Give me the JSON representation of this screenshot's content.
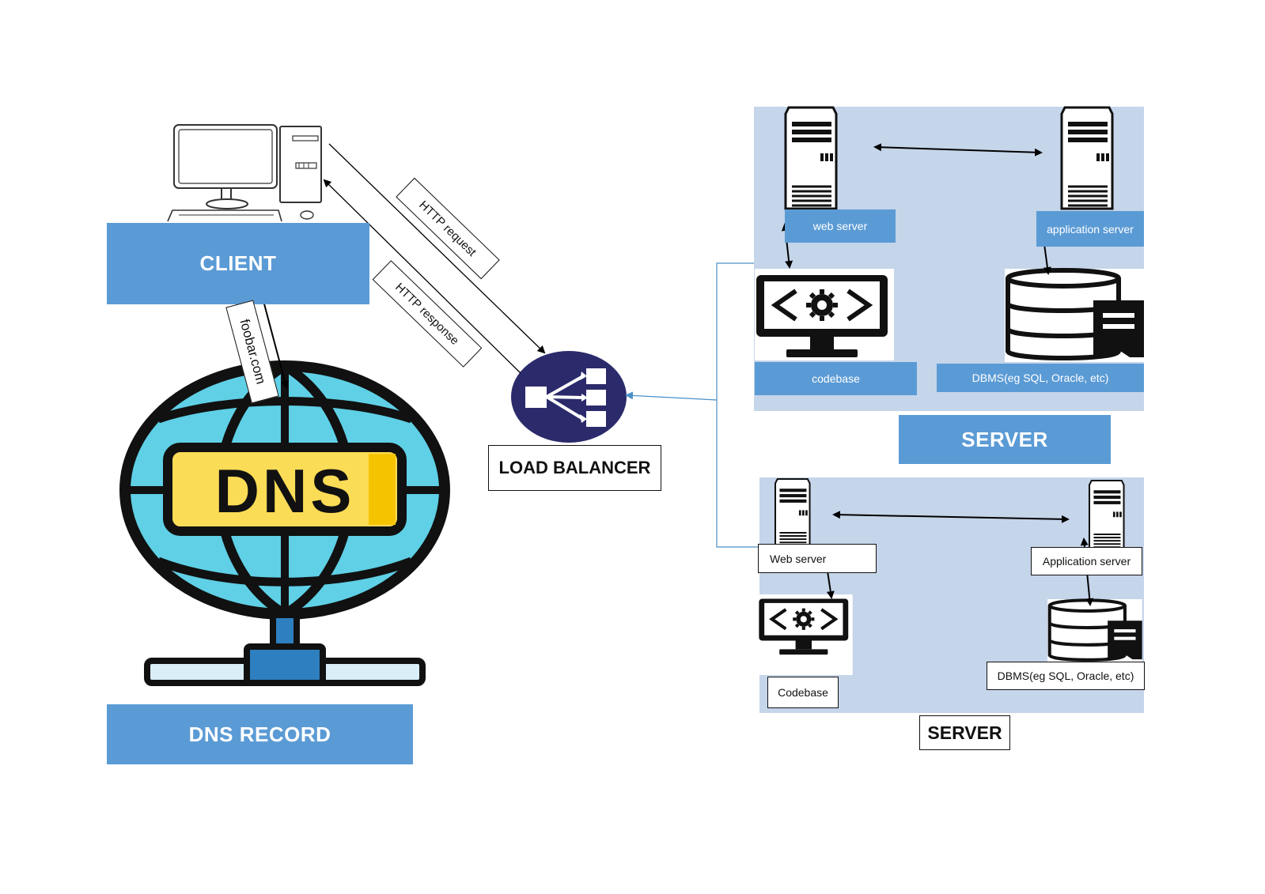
{
  "client": {
    "label": "CLIENT"
  },
  "dns": {
    "badge": "DNS",
    "label": "DNS RECORD"
  },
  "links": {
    "http_request": "HTTP request",
    "http_response": "HTTP response",
    "domain": "foobar.com"
  },
  "load_balancer": {
    "label": "LOAD BALANCER"
  },
  "server1": {
    "label": "SERVER",
    "web_server": "web server",
    "application_server": "application server",
    "codebase": "codebase",
    "dbms": "DBMS(eg SQL, Oracle, etc)"
  },
  "server2": {
    "label": "SERVER",
    "web_server": "Web server",
    "application_server": "Application server",
    "codebase": "Codebase",
    "dbms": "DBMS(eg SQL, Oracle, etc)"
  },
  "colors": {
    "label_blue": "#5b9bd5",
    "panel_blue": "#c5d5ea",
    "globe_cyan": "#5fd0e6",
    "dns_yellow": "#fbdc56",
    "load_balancer_navy": "#2b2a6b"
  }
}
